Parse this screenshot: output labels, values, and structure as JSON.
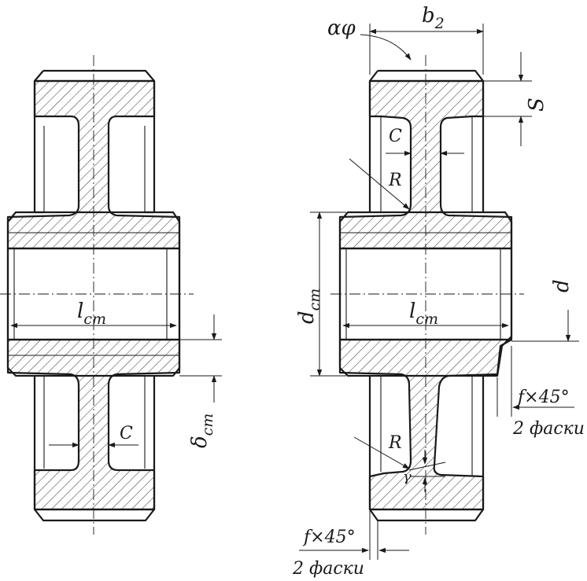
{
  "labels": {
    "l_cm_left": "l",
    "l_cm_left_sub": "cm",
    "c_left": "C",
    "delta_cm": "δ",
    "delta_cm_sub": "cm",
    "alpha_phi": "αφ",
    "b2": "b",
    "b2_sub": "2",
    "s": "S",
    "c_right": "C",
    "r_upper": "R",
    "d_cm": "d",
    "d_cm_sub": "cm",
    "l_cm_right": "l",
    "l_cm_right_sub": "cm",
    "d": "d",
    "chamfer_right": "f×45°",
    "chamfer_right_note": "2 фаски",
    "r_lower": "R",
    "gamma": "γ",
    "chamfer_bottom": "f×45°",
    "chamfer_bottom_note": "2 фаски"
  }
}
